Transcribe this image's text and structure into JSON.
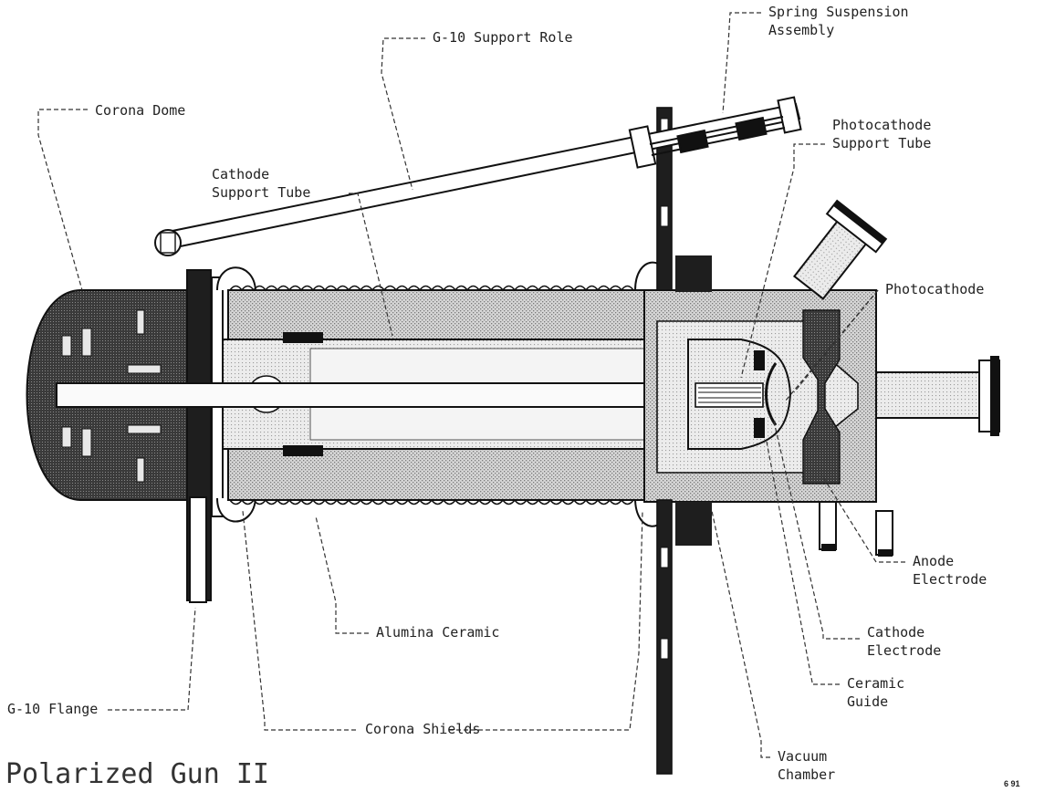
{
  "title": "Polarized Gun II",
  "date_code": "6 91",
  "labels": {
    "corona_dome": "Corona Dome",
    "g10_support_role": "G-10 Support Role",
    "spring_suspension_1": "Spring Suspension",
    "spring_suspension_2": "Assembly",
    "cathode_support_tube_1": "Cathode",
    "cathode_support_tube_2": "Support Tube",
    "photocathode_support_tube_1": "Photocathode",
    "photocathode_support_tube_2": "Support Tube",
    "photocathode": "Photocathode",
    "anode_electrode_1": "Anode",
    "anode_electrode_2": "Electrode",
    "cathode_electrode_1": "Cathode",
    "cathode_electrode_2": "Electrode",
    "ceramic_guide_1": "Ceramic",
    "ceramic_guide_2": "Guide",
    "vacuum_chamber_1": "Vacuum",
    "vacuum_chamber_2": "Chamber",
    "alumina_ceramic": "Alumina Ceramic",
    "g10_flange": "G-10 Flange",
    "corona_shields": "Corona Shields"
  }
}
